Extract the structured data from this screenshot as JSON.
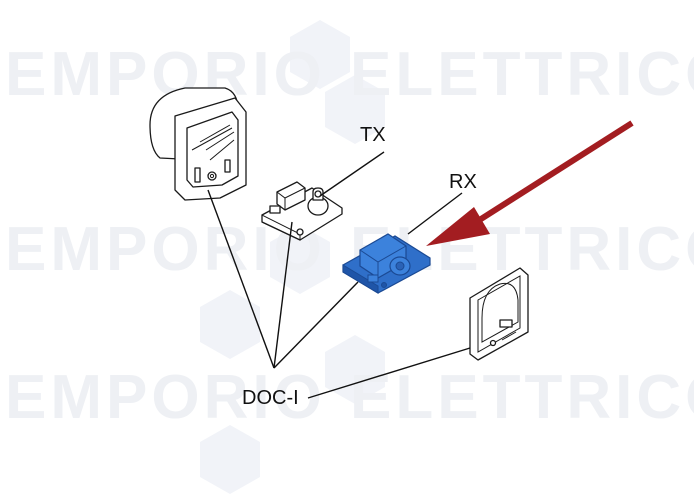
{
  "watermark": {
    "brand_word_1": "EMPORIO",
    "brand_word_2": "ELETTRICO"
  },
  "labels": {
    "tx": "TX",
    "rx": "RX",
    "doc": "DOC-I"
  },
  "colors": {
    "arrow": "#a31d21",
    "rx_board": "#2f6fc9",
    "watermark": "#eef0f4",
    "hex_tint": "#f1f3f8"
  },
  "icons": {
    "pointer": "red-arrow-icon"
  }
}
